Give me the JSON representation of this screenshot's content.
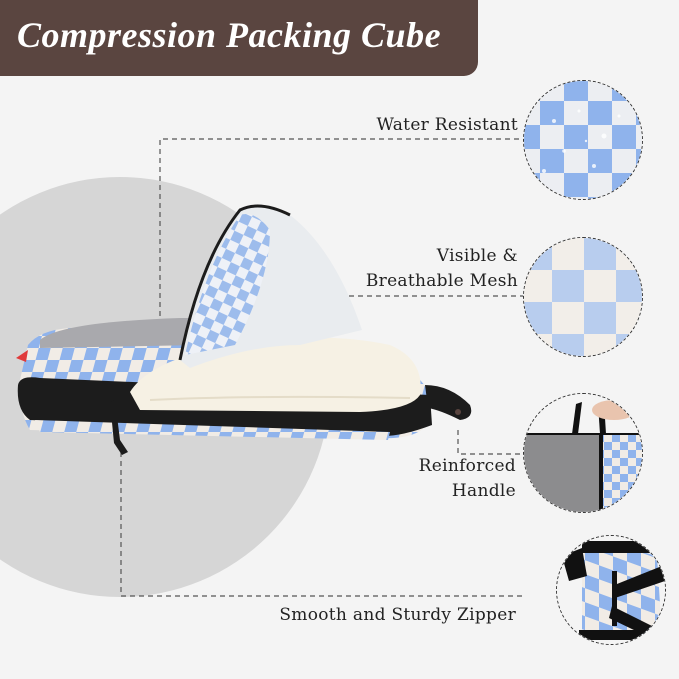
{
  "banner": {
    "title": "Compression Packing Cube",
    "background": "#5a4540"
  },
  "features": [
    {
      "label": "Water Resistant",
      "detail_image": "checkered-fabric-water-droplets"
    },
    {
      "label_line1": "Visible &",
      "label_line2": "Breathable Mesh",
      "detail_image": "checkered-mesh"
    },
    {
      "label_line1": "Reinforced",
      "label_line2": "Handle",
      "detail_image": "handle-closeup"
    },
    {
      "label": "Smooth and Sturdy Zipper",
      "detail_image": "zipper-closeup"
    }
  ],
  "product": {
    "name": "compression-packing-cube-checkered-blue",
    "colors": {
      "blue": "#8fb3ec",
      "cream": "#f1ece6",
      "trim": "#1c1c1c"
    }
  }
}
